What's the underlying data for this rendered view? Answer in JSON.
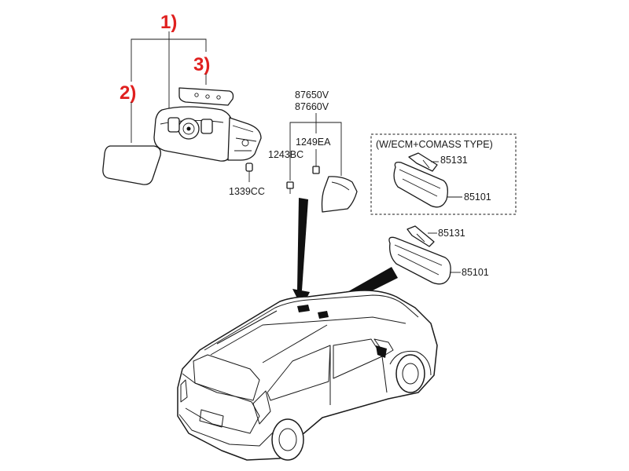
{
  "callouts": {
    "c1": "1)",
    "c2": "2)",
    "c3": "3)"
  },
  "labels": {
    "clip": "1339CC",
    "screw_a": "1243BC",
    "screw_b": "1249EA",
    "cover_a": "87650V",
    "cover_b": "87660V",
    "ecm_box_title": "(W/ECM+COMASS TYPE)",
    "ecm_bracket": "85131",
    "ecm_mirror": "85101",
    "std_bracket": "85131",
    "std_mirror": "85101"
  },
  "colors": {
    "callout": "#e0201f",
    "line": "#1a1a1a"
  }
}
